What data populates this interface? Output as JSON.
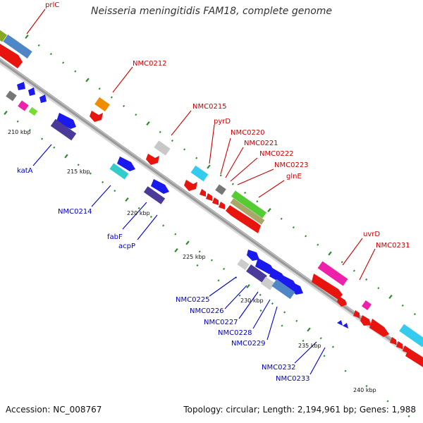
{
  "title": "Neisseria meningitidis FAM18, complete genome",
  "footer": {
    "accession": "Accession: NC_008767",
    "summary": "Topology: circular; Length: 2,194,961 bp; Genes: 1,988"
  },
  "colors": {
    "forward_label": "#cc0000",
    "reverse_label": "#0000cc",
    "backbone": "#999999",
    "tick": "#2e8b2e"
  },
  "scale_labels": [
    "210 kbp",
    "215 kbp",
    "220 kbp",
    "225 kbp",
    "230 kbp",
    "235 kbp",
    "240 kbp"
  ],
  "top_genes": [
    "prlC",
    "NMC0212",
    "NMC0215",
    "pyrD",
    "NMC0220",
    "NMC0221",
    "NMC0222",
    "NMC0223",
    "glnE",
    "uvrD",
    "NMC0231"
  ],
  "bottom_genes": [
    "katA",
    "NMC0214",
    "fabF",
    "acpP",
    "NMC0225",
    "NMC0226",
    "NMC0227",
    "NMC0228",
    "NMC0229",
    "NMC0232",
    "NMC0233"
  ]
}
